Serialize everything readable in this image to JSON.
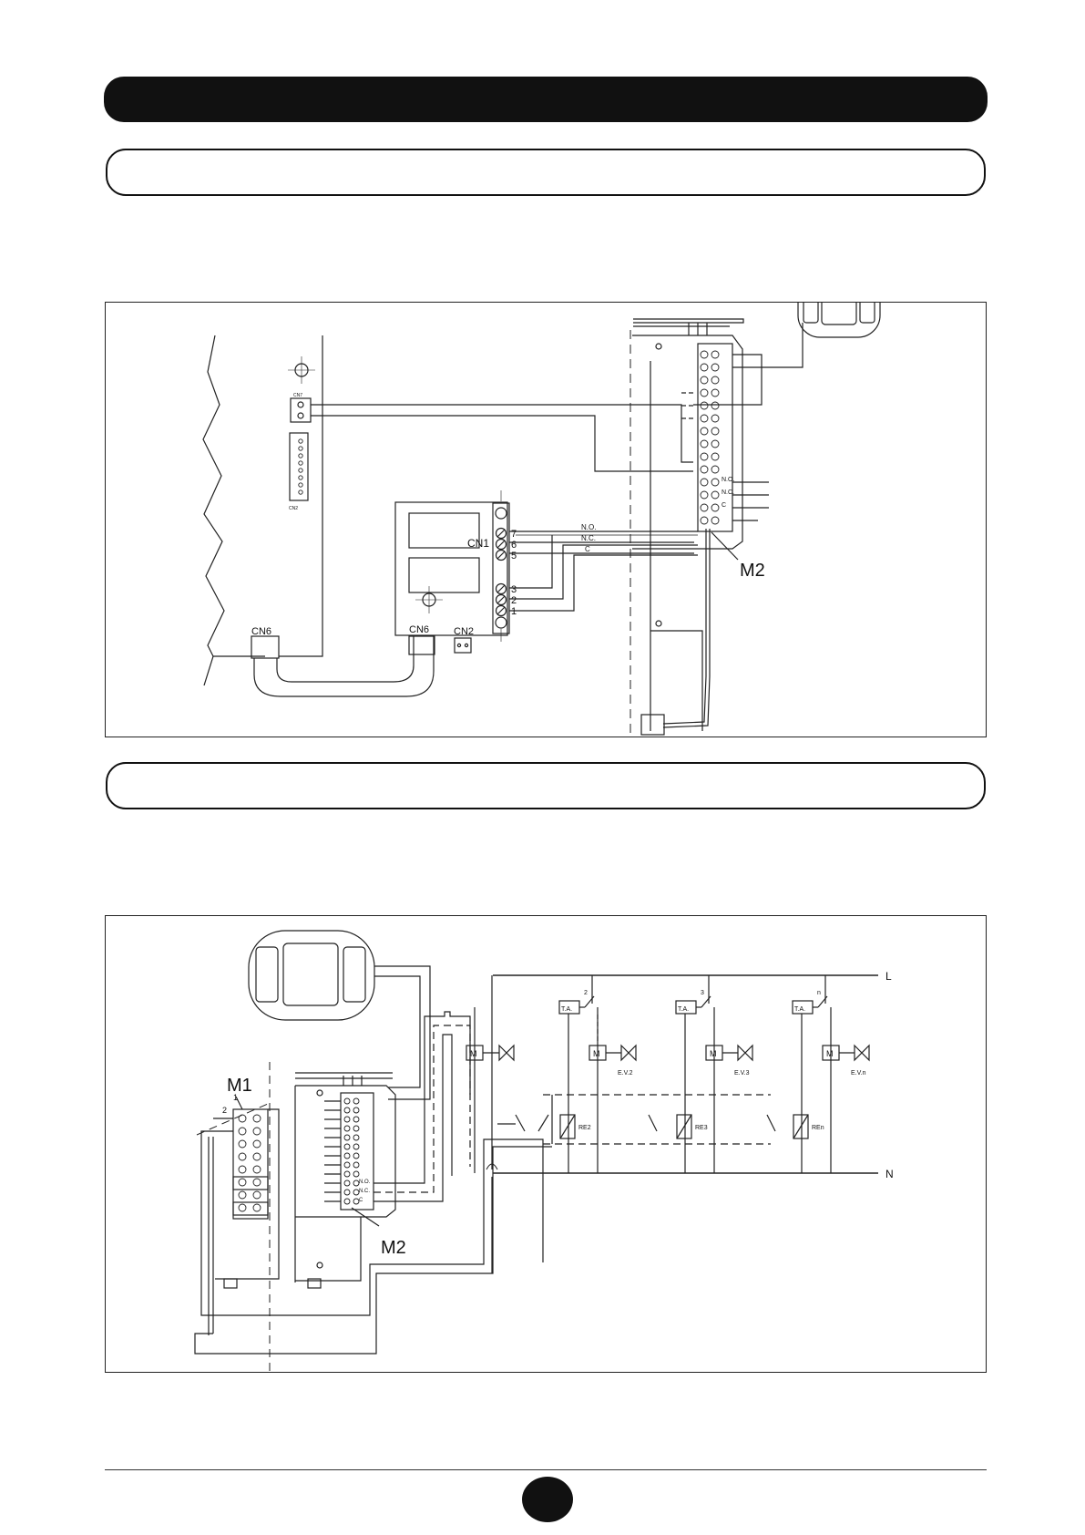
{
  "figure1": {
    "labels": {
      "cn7": "CN7",
      "cn2_board": "CN2",
      "cn6_board": "CN6",
      "cn1": "CN1",
      "cn6_relay": "CN6",
      "cn2_relay": "CN2",
      "t7": "7",
      "t6": "6",
      "t5": "5",
      "t3": "3",
      "t2": "2",
      "t1": "1",
      "no": "N.O.",
      "nc": "N.C.",
      "c": "C",
      "m2": "M2",
      "term_no": "N.O.",
      "term_nc": "N.C.",
      "term_c": "C"
    }
  },
  "figure2": {
    "labels": {
      "m1": "M1",
      "m2": "M2",
      "m1_t1": "1",
      "m1_t2": "2",
      "L": "L",
      "N": "N",
      "ta1": "T.A.",
      "ta2": "T.A.",
      "ta3": "T.A.",
      "zone2": "2",
      "zone3": "3",
      "zonen": "n",
      "m_a": "M",
      "m_b": "M",
      "m_c": "M",
      "m_d": "M",
      "ev2": "E.V.2",
      "ev3": "E.V.3",
      "evn": "E.V.n",
      "re2": "RE2",
      "re3": "RE3",
      "ren": "REn",
      "term_no": "N.O.",
      "term_nc": "N.C.",
      "term_c": "C"
    }
  }
}
